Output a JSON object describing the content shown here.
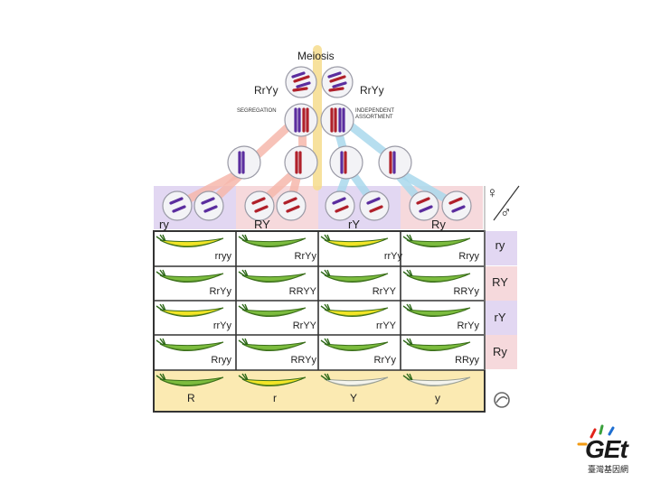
{
  "title": "Meiosis",
  "parents": [
    "RrYy",
    "RrYy"
  ],
  "notes": {
    "segregation": "SEGREGATION",
    "independent": "INDEPENDENT ASSORTMENT"
  },
  "gamete_labels": [
    "ry",
    "RY",
    "rY",
    "Ry"
  ],
  "row_labels": [
    "ry",
    "RY",
    "rY",
    "Ry"
  ],
  "female_symbol": "♀",
  "male_symbol": "♂",
  "grid": [
    [
      "rryy",
      "RrYy",
      "rrYy",
      "Rryy"
    ],
    [
      "RrYy",
      "RRYY",
      "RrYY",
      "RRYy"
    ],
    [
      "rrYy",
      "RrYY",
      "rrYY",
      "RrYy"
    ],
    [
      "Rryy",
      "RRYy",
      "RrYy",
      "RRyy"
    ]
  ],
  "pea_colors": [
    [
      "yellow",
      "green",
      "yellow",
      "green"
    ],
    [
      "green",
      "green",
      "green",
      "green"
    ],
    [
      "yellow",
      "green",
      "yellow",
      "green"
    ],
    [
      "green",
      "green",
      "green",
      "green"
    ]
  ],
  "phenotype_labels": [
    "R",
    "r",
    "Y",
    "y"
  ],
  "phenotype_pea_colors": [
    "green",
    "yellow",
    "white",
    "white"
  ],
  "logo_text": "GEt",
  "logo_sub": "臺灣基因網",
  "colors": {
    "pea_green": "#7cbc3e",
    "pea_yellow": "#f2e526",
    "pea_white": "#f4f4ee",
    "purple_band": "#e2d7f2",
    "pink_band": "#f6d9dc",
    "bottom_band": "#fbeab2",
    "chrom_purple": "#5b2d9e",
    "chrom_red": "#b0202a"
  }
}
